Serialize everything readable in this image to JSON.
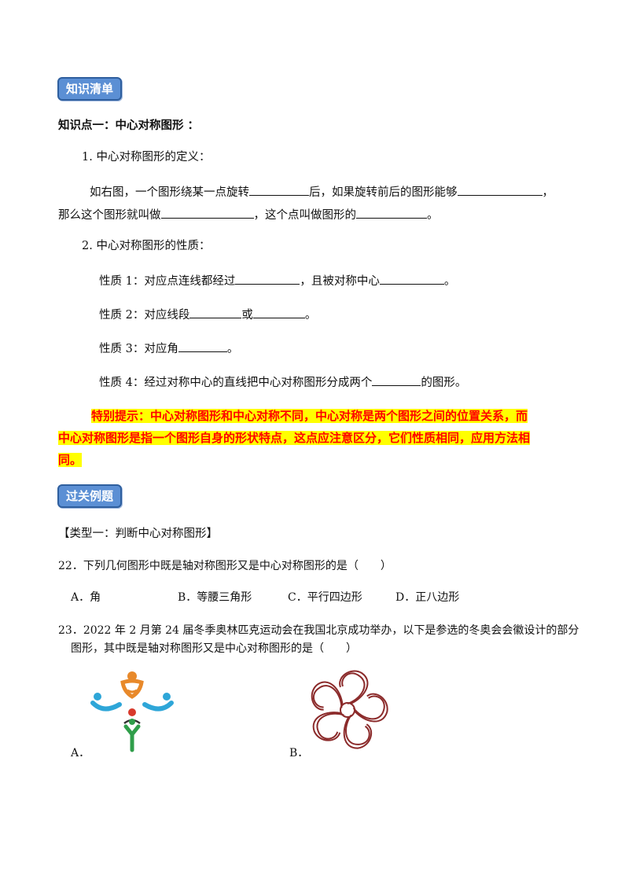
{
  "section1": {
    "tag": "知识清单"
  },
  "point1": {
    "title": "知识点一：中心对称图形 ："
  },
  "def": {
    "heading": "1. 中心对称图形的定义：",
    "line1_a": "如右图，一个图形绕某一点旋转",
    "line1_b": "后，如果旋转前后的图形能够",
    "line1_c": "，",
    "line2_a": "那么这个图形就叫做",
    "line2_b": "，这个点叫做图形的",
    "line2_c": "。"
  },
  "props": {
    "heading": "2. 中心对称图形的性质：",
    "p1_a": "性质 1：对应点连线都经过",
    "p1_b": "，且被对称中心",
    "p1_c": "。",
    "p2_a": "性质 2：对应线段",
    "p2_b": "或",
    "p2_c": "。",
    "p3_a": "性质 3：对应角",
    "p3_b": "。",
    "p4_a": "性质 4：经过对称中心的直线把中心对称图形分成两个",
    "p4_b": "的图形。"
  },
  "tip": {
    "line1": "特别提示：中心对称图形和中心对称不同，中心对称是两个图形之间的位置关系，而",
    "line2": "中心对称图形是指一个图形自身的形状特点，这点应注意区分，它们性质相同，应用方法相",
    "line3": "同。"
  },
  "section2": {
    "tag": "过关例题"
  },
  "type1": {
    "title": "【类型一：判断中心对称图形】"
  },
  "q22": {
    "stem": "22．下列几何图形中既是轴对称图形又是中心对称图形的是（　　）",
    "options": [
      "A．角",
      "B．等腰三角形",
      "C．平行四边形",
      "D．正八边形"
    ]
  },
  "q23": {
    "stem1": "23．2022 年 2 月第 24 届冬季奥林匹克运动会在我国北京成功举办，以下是参选的冬奥会会徽设计的部分",
    "stem2": "图形，其中既是轴对称图形又是中心对称图形的是（　　）",
    "optA": "A．",
    "optB": "B．"
  },
  "colors": {
    "tag_bg": "#5b8fd4",
    "tip_red": "#ff0000",
    "tip_highlight": "#ffff00",
    "figure_b_stroke": "#8b2a2a"
  }
}
